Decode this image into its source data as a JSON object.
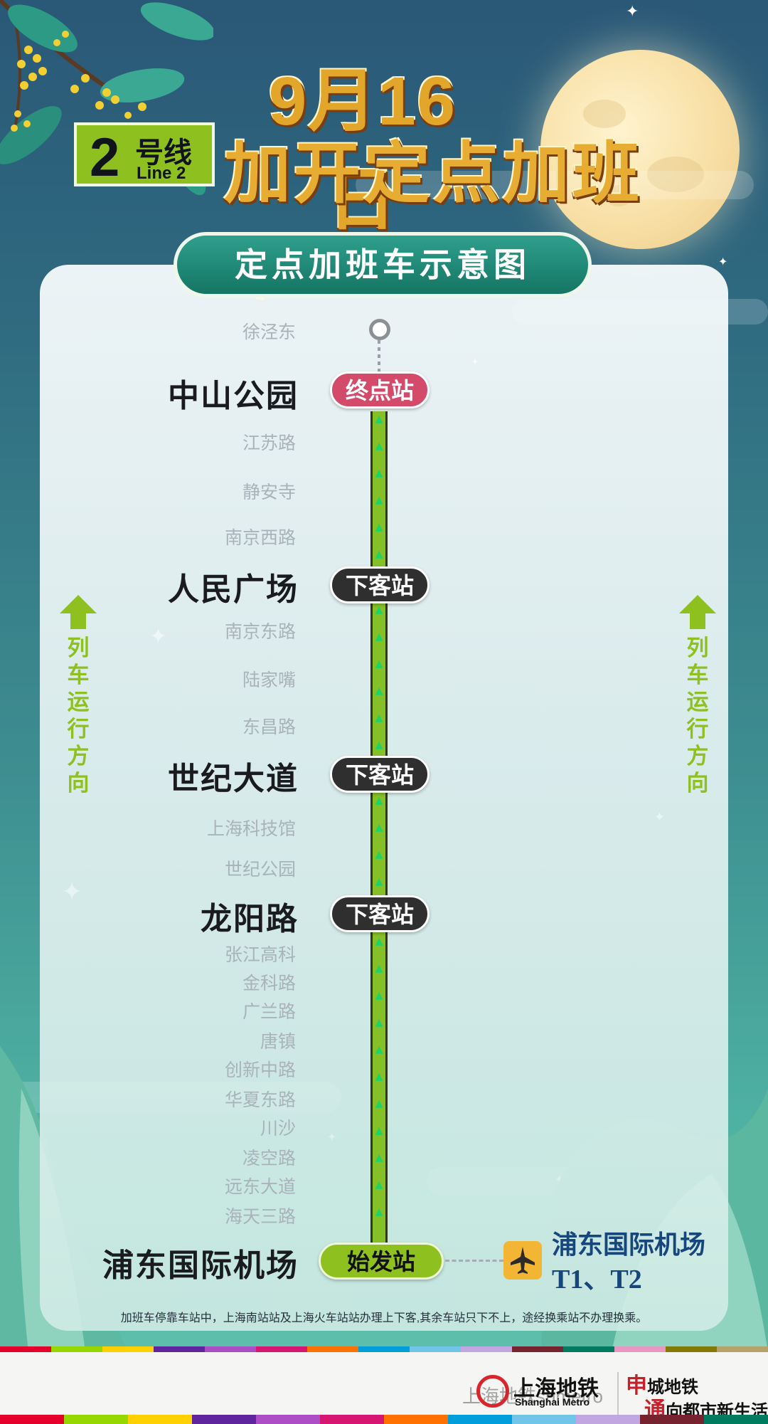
{
  "header": {
    "date": "9月16日",
    "headline": "加开定点加班车",
    "line_number": "2",
    "line_cn": "号线",
    "line_en": "Line 2",
    "diagram_title": "定点加班车示意图"
  },
  "colors": {
    "line_green": "#8ec11f",
    "terminal_pink": "#d34a6b",
    "alight_dark": "#2f2f30",
    "airport_blue": "#17467d",
    "gold": "#e2a72a"
  },
  "stations": {
    "xujingdong": "徐泾东",
    "zhongshan_park": "中山公园",
    "jiangsu_rd": "江苏路",
    "jingan_temple": "静安寺",
    "nanjing_w": "南京西路",
    "peoples_square": "人民广场",
    "nanjing_e": "南京东路",
    "lujiazui": "陆家嘴",
    "dongchang_rd": "东昌路",
    "century_ave": "世纪大道",
    "sci_museum": "上海科技馆",
    "century_park": "世纪公园",
    "longyang_rd": "龙阳路",
    "zhangjiang": "张江高科",
    "jinke_rd": "金科路",
    "guanglan_rd": "广兰路",
    "tangzhen": "唐镇",
    "chuangxin_zhong": "创新中路",
    "huaxia_dong": "华夏东路",
    "chuansha": "川沙",
    "lingkong_rd": "凌空路",
    "yuandong_ave": "远东大道",
    "haitian_3rd": "海天三路",
    "pudong_airport": "浦东国际机场"
  },
  "tags": {
    "terminal": "终点站",
    "alight": "下客站",
    "origin": "始发站"
  },
  "direction": {
    "chars": [
      "列",
      "车",
      "运",
      "行",
      "方",
      "向"
    ]
  },
  "airport": {
    "icon": "airplane-icon",
    "name": "浦东国际机场",
    "terminals": "T1、T2"
  },
  "note": "加班车停靠车站中，上海南站站及上海火车站站办理上下客,其余车站只下不上，途经换乘站不办理换乘。",
  "footer": {
    "brand_cn": "上海地铁",
    "brand_en": "Shanghai Metro",
    "slogan1_em": "申",
    "slogan1_rest": "城地铁",
    "slogan2_em": "通",
    "slogan2_rest": "向都市新生活",
    "watermark": "上海地铁shmetro"
  }
}
